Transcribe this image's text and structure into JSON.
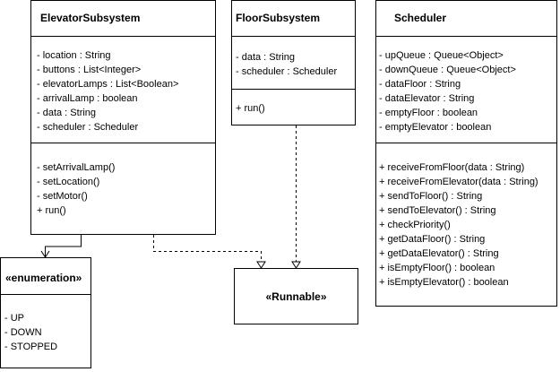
{
  "classes": {
    "elevator": {
      "name": "ElevatorSubsystem",
      "attributes": [
        "- location : String",
        "- buttons : List<Integer>",
        "- elevatorLamps : List<Boolean>",
        "- arrivalLamp : boolean",
        "- data : String",
        "- scheduler : Scheduler"
      ],
      "methods": [
        "- setArrivalLamp()",
        "- setLocation()",
        "- setMotor()",
        "+ run()"
      ]
    },
    "floor": {
      "name": "FloorSubsystem",
      "attributes": [
        "- data : String",
        "- scheduler : Scheduler"
      ],
      "methods": [
        "+ run()"
      ]
    },
    "scheduler": {
      "name": "Scheduler",
      "attributes": [
        "- upQueue : Queue<Object>",
        "- downQueue : Queue<Object>",
        "- dataFloor : String",
        "- dataElevator : String",
        "- emptyFloor : boolean",
        "- emptyElevator : boolean"
      ],
      "methods": [
        "+ receiveFromFloor(data : String)",
        "+ receiveFromElevator(data : String)",
        "+ sendToFloor() : String",
        "+ sendToElevator() : String",
        "+ checkPriority()",
        "+ getDataFloor() : String",
        "+ getDataElevator() : String",
        "+ isEmptyFloor() : boolean",
        "+ isEmptyElevator() : boolean"
      ]
    },
    "enumeration": {
      "name": "«enumeration»",
      "values": [
        "- UP",
        "- DOWN",
        "- STOPPED"
      ]
    },
    "runnable": {
      "name": "«Runnable»"
    }
  }
}
